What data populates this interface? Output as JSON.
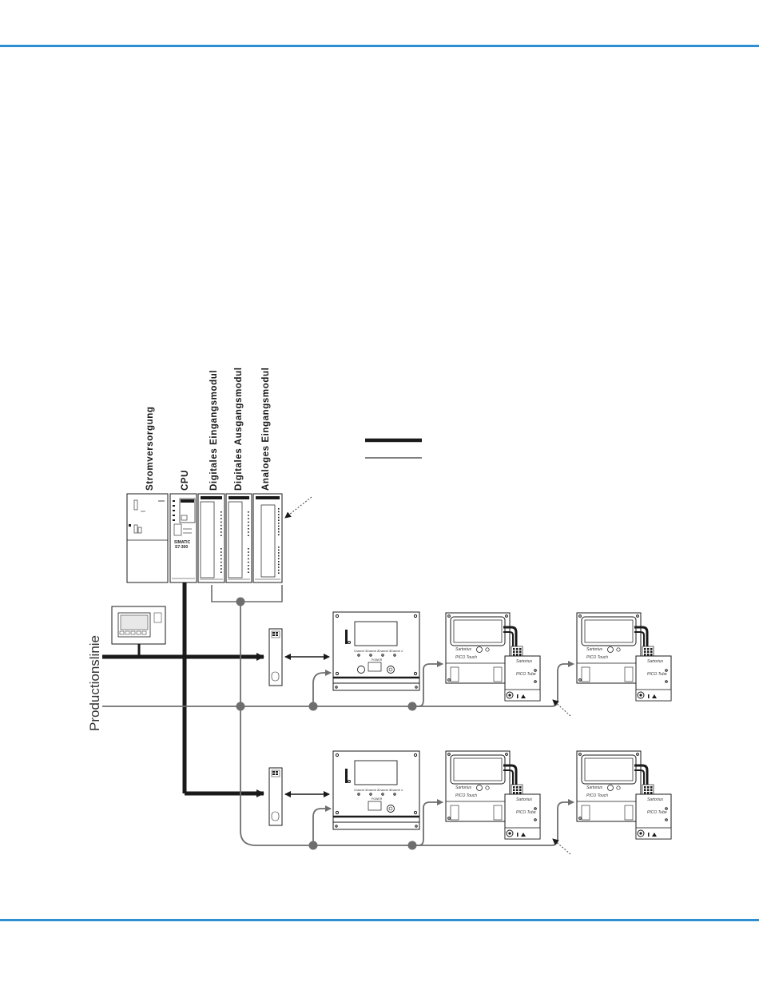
{
  "theme": {
    "rule_color": "#2d8fd1",
    "bus_color": "#1a1a1a",
    "network_color": "#6e6e6e"
  },
  "plc_labels": {
    "power_supply": "Stromversorgung",
    "cpu": "CPU",
    "digital_input": "Digitales Eingangsmodul",
    "digital_output": "Digitales Ausgangsmodul",
    "analog_input": "Analoges Eingangsmodul"
  },
  "plc_text": {
    "cpu_brand": "SIMATIC",
    "cpu_model": "S7-300"
  },
  "production_line_label": "Productionslinie",
  "controller_text": {
    "power": "POWER",
    "channels": [
      "Channel 1",
      "Channel 2",
      "Channel 3",
      "Channel 4"
    ]
  },
  "device_text": {
    "brand": "Sartorius",
    "touch_model": "PICO Touch",
    "tube_model": "PICO Tube"
  }
}
